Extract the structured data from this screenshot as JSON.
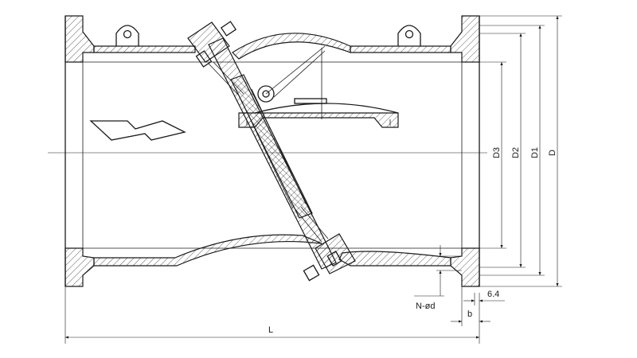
{
  "labels": {
    "d3": "D3",
    "d2": "D2",
    "d1": "D1",
    "d": "D",
    "offset": "6.4",
    "bolts": "N-ød",
    "thickness": "b",
    "length": "L"
  },
  "colors": {
    "line": "#1a1a1a",
    "background": "#ffffff"
  }
}
